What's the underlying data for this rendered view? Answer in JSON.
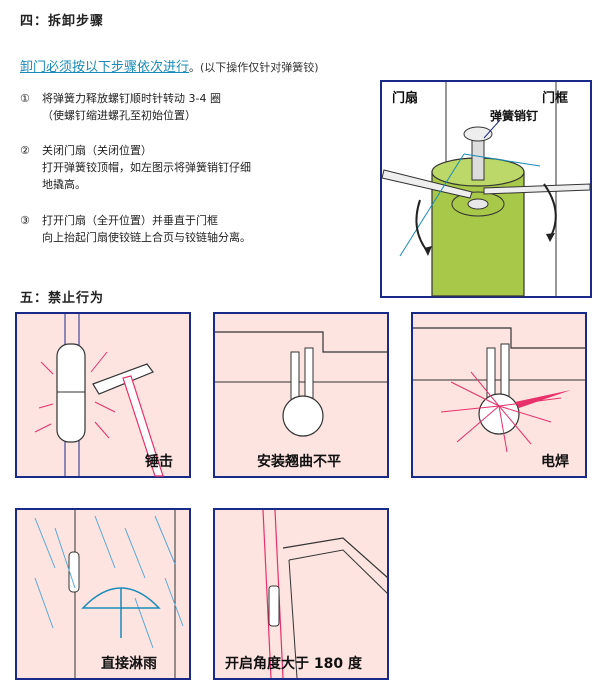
{
  "section4": {
    "heading": "四：拆卸步骤",
    "lead_main": "卸门必须按以下步骤依次进行",
    "lead_note": "。(以下操作仅针对弹簧铰)",
    "steps": [
      {
        "num": "①",
        "line1": "将弹簧力释放螺钉顺时针转动 3-4 圈",
        "line2": "（使螺钉缩进螺孔至初始位置）"
      },
      {
        "num": "②",
        "line1": "关闭门扇（关闭位置）",
        "line2": "打开弹簧铰顶帽，如左图示将弹簧销钉仔细",
        "line3": "地撬高。"
      },
      {
        "num": "③",
        "line1": "打开门扇（全开位置）并垂直于门框",
        "line2": "向上抬起门扇使铰链上合页与铰链轴分离。"
      }
    ],
    "diagram": {
      "door_leaf": "门扇",
      "door_frame": "门框",
      "spring_pin": "弹簧销钉"
    }
  },
  "section5": {
    "heading": "五：禁止行为",
    "panels": [
      {
        "caption": "锤击"
      },
      {
        "caption": "安装翘曲不平"
      },
      {
        "caption": "电焊"
      },
      {
        "caption": "直接淋雨"
      },
      {
        "caption": "开启角度大于 180 度"
      }
    ]
  },
  "colors": {
    "accent_blue": "#1a8bb8",
    "panel_bg": "#fde4e0",
    "panel_border": "#1a2a88",
    "hinge_green": "#a8c84a",
    "alert_pink": "#e8306a"
  }
}
